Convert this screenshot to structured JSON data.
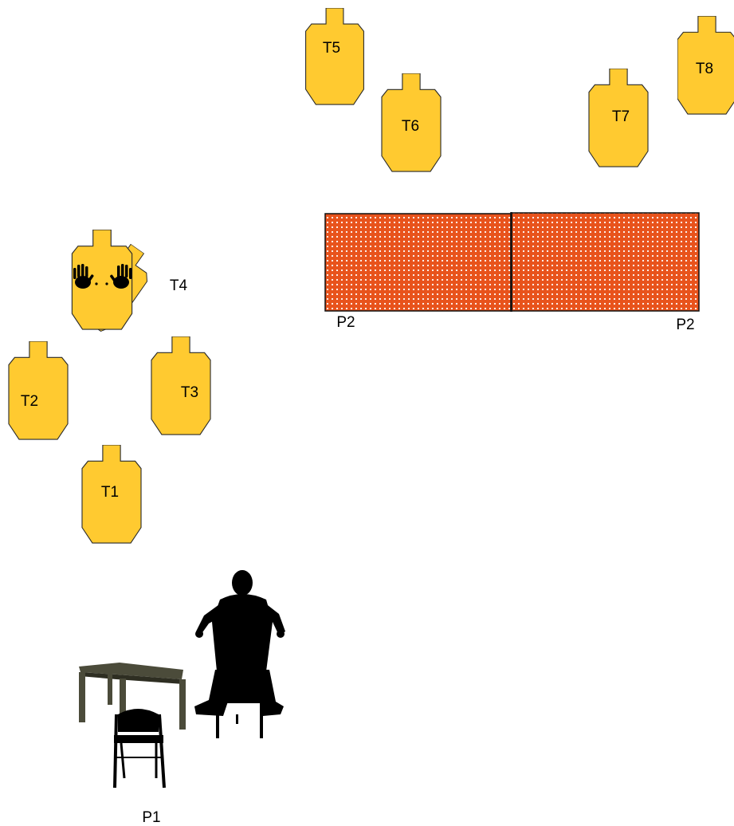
{
  "colors": {
    "target_fill": "#FFCA30",
    "target_stroke": "#2a2a2a",
    "barrel_fill": "#E8531C",
    "barrel_dot": "#ffffff",
    "silhouette": "#000000",
    "table": "#4b4b3a"
  },
  "targets": [
    {
      "label": "T1"
    },
    {
      "label": "T2"
    },
    {
      "label": "T3"
    },
    {
      "label": "T4"
    },
    {
      "label": "T5"
    },
    {
      "label": "T6"
    },
    {
      "label": "T7"
    },
    {
      "label": "T8"
    }
  ],
  "positions": {
    "p1": "P1",
    "p2_left": "P2",
    "p2_right": "P2"
  },
  "icons": {
    "no_shoot": "hands-icon",
    "shooter": "seated-shooter-silhouette-icon",
    "table": "table-icon",
    "chair": "folding-chair-icon",
    "barrel": "barrel-wall-icon"
  }
}
